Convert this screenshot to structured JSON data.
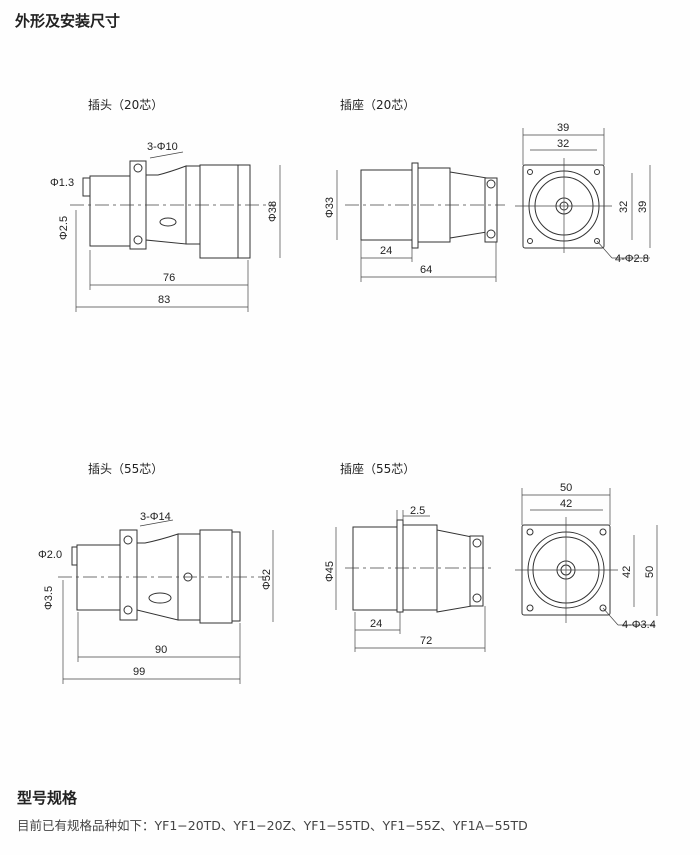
{
  "section_title": "外形及安装尺寸",
  "drawings": [
    {
      "title": "插头（20芯）",
      "dims": {
        "holes": "3-Φ10",
        "pin": "Φ1.3",
        "pin2": "Φ2.5",
        "dia": "Φ38",
        "len1": "76",
        "len2": "83"
      }
    },
    {
      "title": "插座（20芯）",
      "dims": {
        "dia": "Φ33",
        "len1": "24",
        "len2": "64",
        "w_outer": "39",
        "w_inner": "32",
        "h_inner": "32",
        "h_outer": "39",
        "mount": "4-Φ2.8"
      }
    },
    {
      "title": "插头（55芯）",
      "dims": {
        "holes": "3-Φ14",
        "pin": "Φ2.0",
        "pin2": "Φ3.5",
        "dia": "Φ52",
        "len1": "90",
        "len2": "99"
      }
    },
    {
      "title": "插座（55芯）",
      "dims": {
        "dia": "Φ45",
        "flange": "2.5",
        "len1": "24",
        "len2": "72",
        "w_outer": "50",
        "w_inner": "42",
        "h_inner": "42",
        "h_outer": "50",
        "mount": "4-Φ3.4"
      }
    }
  ],
  "spec_title": "型号规格",
  "spec_text": "目前已有规格品种如下：YF1−20TD、YF1−20Z、YF1−55TD、YF1−55Z、YF1A−55TD"
}
